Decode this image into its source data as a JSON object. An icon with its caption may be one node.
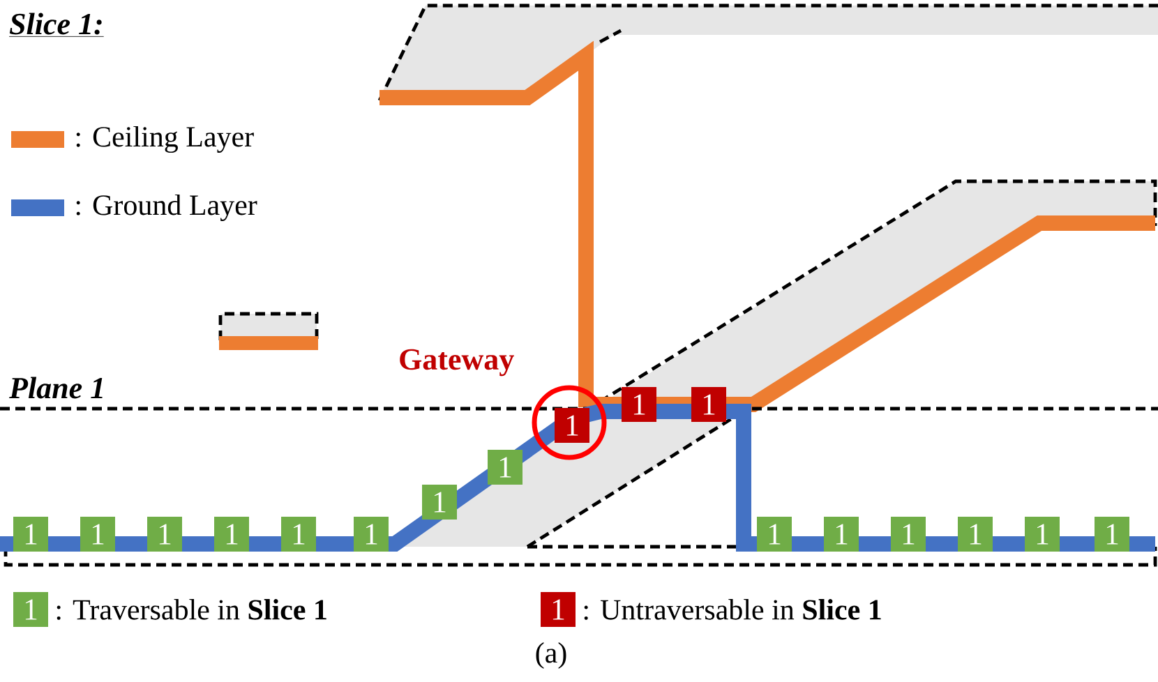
{
  "diagram": {
    "title": "Slice 1:",
    "caption": "(a)",
    "nodes": [
      {
        "text": [
          "1"
        ]
      },
      {
        "text": [
          "1"
        ]
      },
      {
        "text": [
          "1"
        ]
      },
      {
        "text": [
          "1"
        ]
      },
      {
        "text": [
          "1"
        ]
      },
      {
        "text": [
          "1"
        ]
      },
      {
        "text": [
          "1"
        ]
      },
      {
        "text": [
          "1"
        ]
      },
      {
        "text": [
          "1"
        ]
      },
      {
        "text": [
          "1"
        ]
      },
      {
        "text": [
          "1"
        ]
      },
      {
        "text": [
          "1"
        ]
      },
      {
        "text": [
          "1"
        ]
      },
      {
        "text": [
          "1"
        ]
      },
      {
        "text": [
          "1"
        ]
      },
      {
        "text": [
          "1"
        ]
      },
      {
        "text": [
          "1"
        ]
      }
    ],
    "labels": [
      "Gateway",
      "Plane 1",
      "1",
      "1"
    ],
    "legend": [
      {
        "text": ": Ceiling Layer",
        "color": "#ed7d31"
      },
      {
        "text": ": Ground Layer",
        "color": "#4472c4"
      },
      {
        "text": ": Traversable in **Slice 1**",
        "color": "#70ad47"
      },
      {
        "text": ": Untraversable in **Slice 1**",
        "color": "#c00000"
      }
    ]
  }
}
